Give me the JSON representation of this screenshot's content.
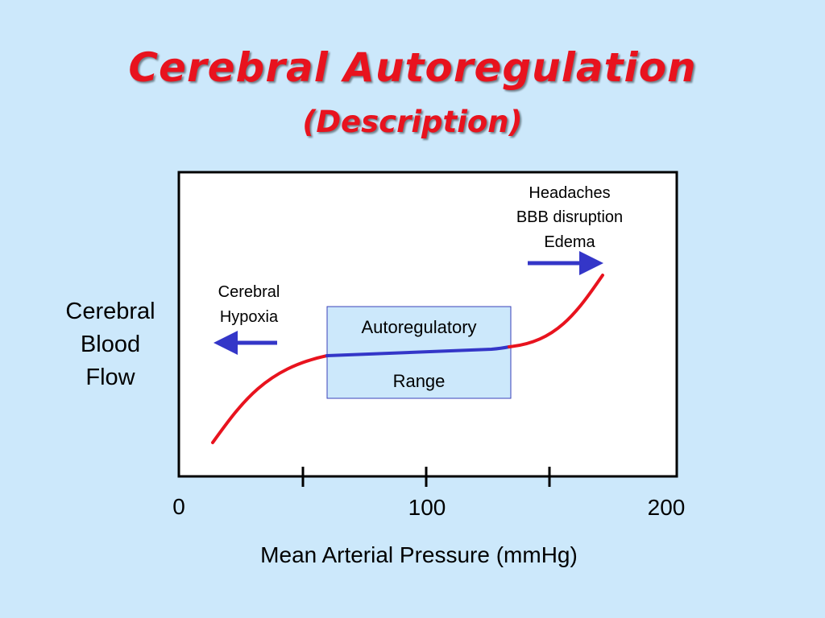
{
  "slide": {
    "title": "Cerebral Autoregulation",
    "subtitle": "(Description)"
  },
  "axes": {
    "y_label_lines": [
      "Cerebral",
      "Blood",
      "Flow"
    ],
    "x_label": "Mean Arterial Pressure (mmHg)",
    "x_tick_labels": [
      "0",
      "100",
      "200"
    ]
  },
  "annotations": {
    "hypoxia": [
      "Cerebral",
      "Hypoxia"
    ],
    "high_pressure": [
      "Headaches",
      "BBB disruption",
      "Edema"
    ],
    "range_box_top": "Autoregulatory",
    "range_box_bottom": "Range"
  },
  "colors": {
    "background": "#cce8fb",
    "title": "#e8131e",
    "curve_outside": "#e8131e",
    "curve_plateau": "#3436c8",
    "arrow": "#3436c8",
    "range_box_fill": "#cce8fb",
    "range_box_stroke": "#3a40b8"
  }
}
